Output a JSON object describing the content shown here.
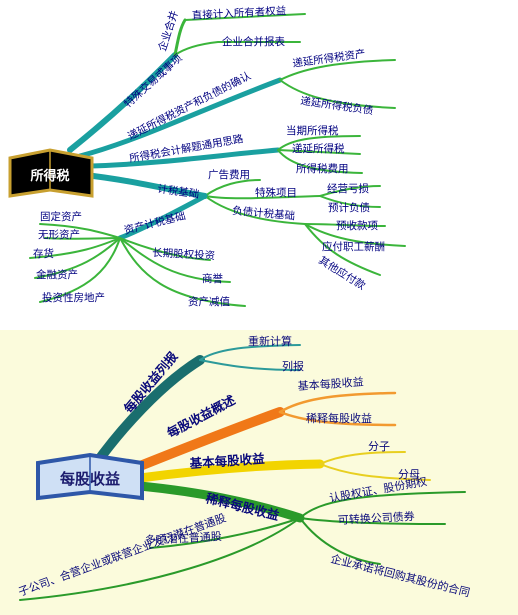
{
  "map1": {
    "central": "所得税",
    "branches": {
      "special": "特殊交易或事项",
      "special_1": "企业合并",
      "special_1a": "直接计入所有者权益",
      "special_1b": "企业合并报表",
      "deferred": "递延所得税资产和负债的确认",
      "deferred_a": "递延所得税资产",
      "deferred_b": "递延所得税负债",
      "general": "所得税会计解题通用思路",
      "general_a": "当期所得税",
      "general_b": "递延所得税",
      "general_c": "所得税费用",
      "tax_base": "计税基础",
      "ad": "广告费用",
      "special_items": "特殊项目",
      "operating_loss": "经营亏损",
      "estimated_liab": "预计负债",
      "liab_base": "负债计税基础",
      "advance": "预收款项",
      "payroll": "应付职工薪酬",
      "other_payable": "其他应付款",
      "asset_base": "资产计税基础",
      "fixed": "固定资产",
      "intangible": "无形资产",
      "inventory": "存货",
      "financial": "金融资产",
      "invest_prop": "投资性房地产",
      "lt_equity": "长期股权投资",
      "goodwill": "商誉",
      "impairment": "资产减值"
    }
  },
  "map2": {
    "central": "每股收益",
    "branches": {
      "restate": "每股收益列报",
      "restate_a": "重新计算",
      "restate_b": "列报",
      "overview": "每股收益概述",
      "overview_a": "基本每股收益",
      "overview_b": "稀释每股收益",
      "basic": "基本每股收益",
      "basic_a": "分子",
      "basic_b": "分母",
      "diluted": "稀释每股收益",
      "diluted_a": "认股权证、股份期权",
      "diluted_b": "可转换公司债券",
      "diluted_c": "企业承诺将回购其股份的合同",
      "multi": "多项潜在普通股",
      "sub": "子公司、合营企业或联营企业发行潜在普通股"
    }
  }
}
